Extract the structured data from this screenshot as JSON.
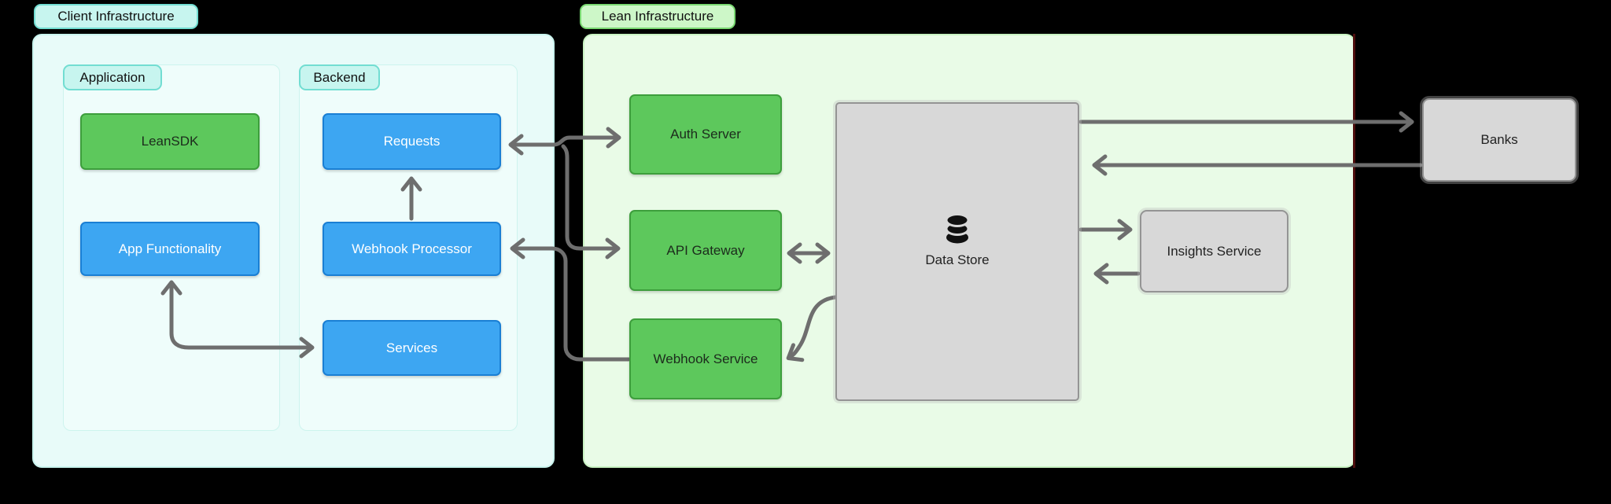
{
  "diagram": {
    "background": "#000000",
    "groups": {
      "client": {
        "label": "Client Infrastructure",
        "fill": "#e8fbf9",
        "pill_fill": "#c7f5ef"
      },
      "application": {
        "label": "Application",
        "fill": "#effdfb",
        "pill_fill": "#c7f5ef"
      },
      "backend": {
        "label": "Backend",
        "fill": "#effdfb",
        "pill_fill": "#c7f5ef"
      },
      "lean": {
        "label": "Lean Infrastructure",
        "fill": "#e9fbe7",
        "pill_fill": "#cdf7c8"
      }
    },
    "nodes": {
      "leansdk": {
        "label": "LeanSDK",
        "fill": "#5dc85c",
        "border": "#3d9e3c"
      },
      "app_functionality": {
        "label": "App Functionality",
        "fill": "#3da6f2",
        "border": "#1a7fd4"
      },
      "requests": {
        "label": "Requests",
        "fill": "#3da6f2",
        "border": "#1a7fd4"
      },
      "webhook_processor": {
        "label": "Webhook Processor",
        "fill": "#3da6f2",
        "border": "#1a7fd4"
      },
      "services": {
        "label": "Services",
        "fill": "#3da6f2",
        "border": "#1a7fd4"
      },
      "auth_server": {
        "label": "Auth Server",
        "fill": "#5dc85c",
        "border": "#3d9e3c"
      },
      "api_gateway": {
        "label": "API Gateway",
        "fill": "#5dc85c",
        "border": "#3d9e3c"
      },
      "webhook_service": {
        "label": "Webhook Service",
        "fill": "#5dc85c",
        "border": "#3d9e3c"
      },
      "data_store": {
        "label": "Data Store",
        "fill": "#d8d8d8",
        "border": "#949494",
        "icon": "database-icon"
      },
      "insights_service": {
        "label": "Insights Service",
        "fill": "#d8d8d8",
        "border": "#949494"
      },
      "banks": {
        "label": "Banks",
        "fill": "#d8d8d8",
        "border": "#949494"
      }
    },
    "edges": [
      {
        "from": "requests",
        "to": "auth_server",
        "type": "bidirectional"
      },
      {
        "from": "requests",
        "to": "api_gateway",
        "type": "one-way"
      },
      {
        "from": "webhook_service",
        "to": "webhook_processor",
        "type": "one-way"
      },
      {
        "from": "webhook_processor",
        "to": "requests",
        "type": "one-way"
      },
      {
        "from": "app_functionality",
        "to": "services",
        "type": "bidirectional"
      },
      {
        "from": "api_gateway",
        "to": "data_store",
        "type": "bidirectional"
      },
      {
        "from": "data_store",
        "to": "webhook_service",
        "type": "one-way"
      },
      {
        "from": "data_store",
        "to": "banks",
        "type": "one-way"
      },
      {
        "from": "banks",
        "to": "data_store",
        "type": "one-way"
      },
      {
        "from": "data_store",
        "to": "insights_service",
        "type": "one-way"
      },
      {
        "from": "insights_service",
        "to": "data_store",
        "type": "one-way"
      }
    ],
    "edge_color": "#6e6e6e"
  }
}
